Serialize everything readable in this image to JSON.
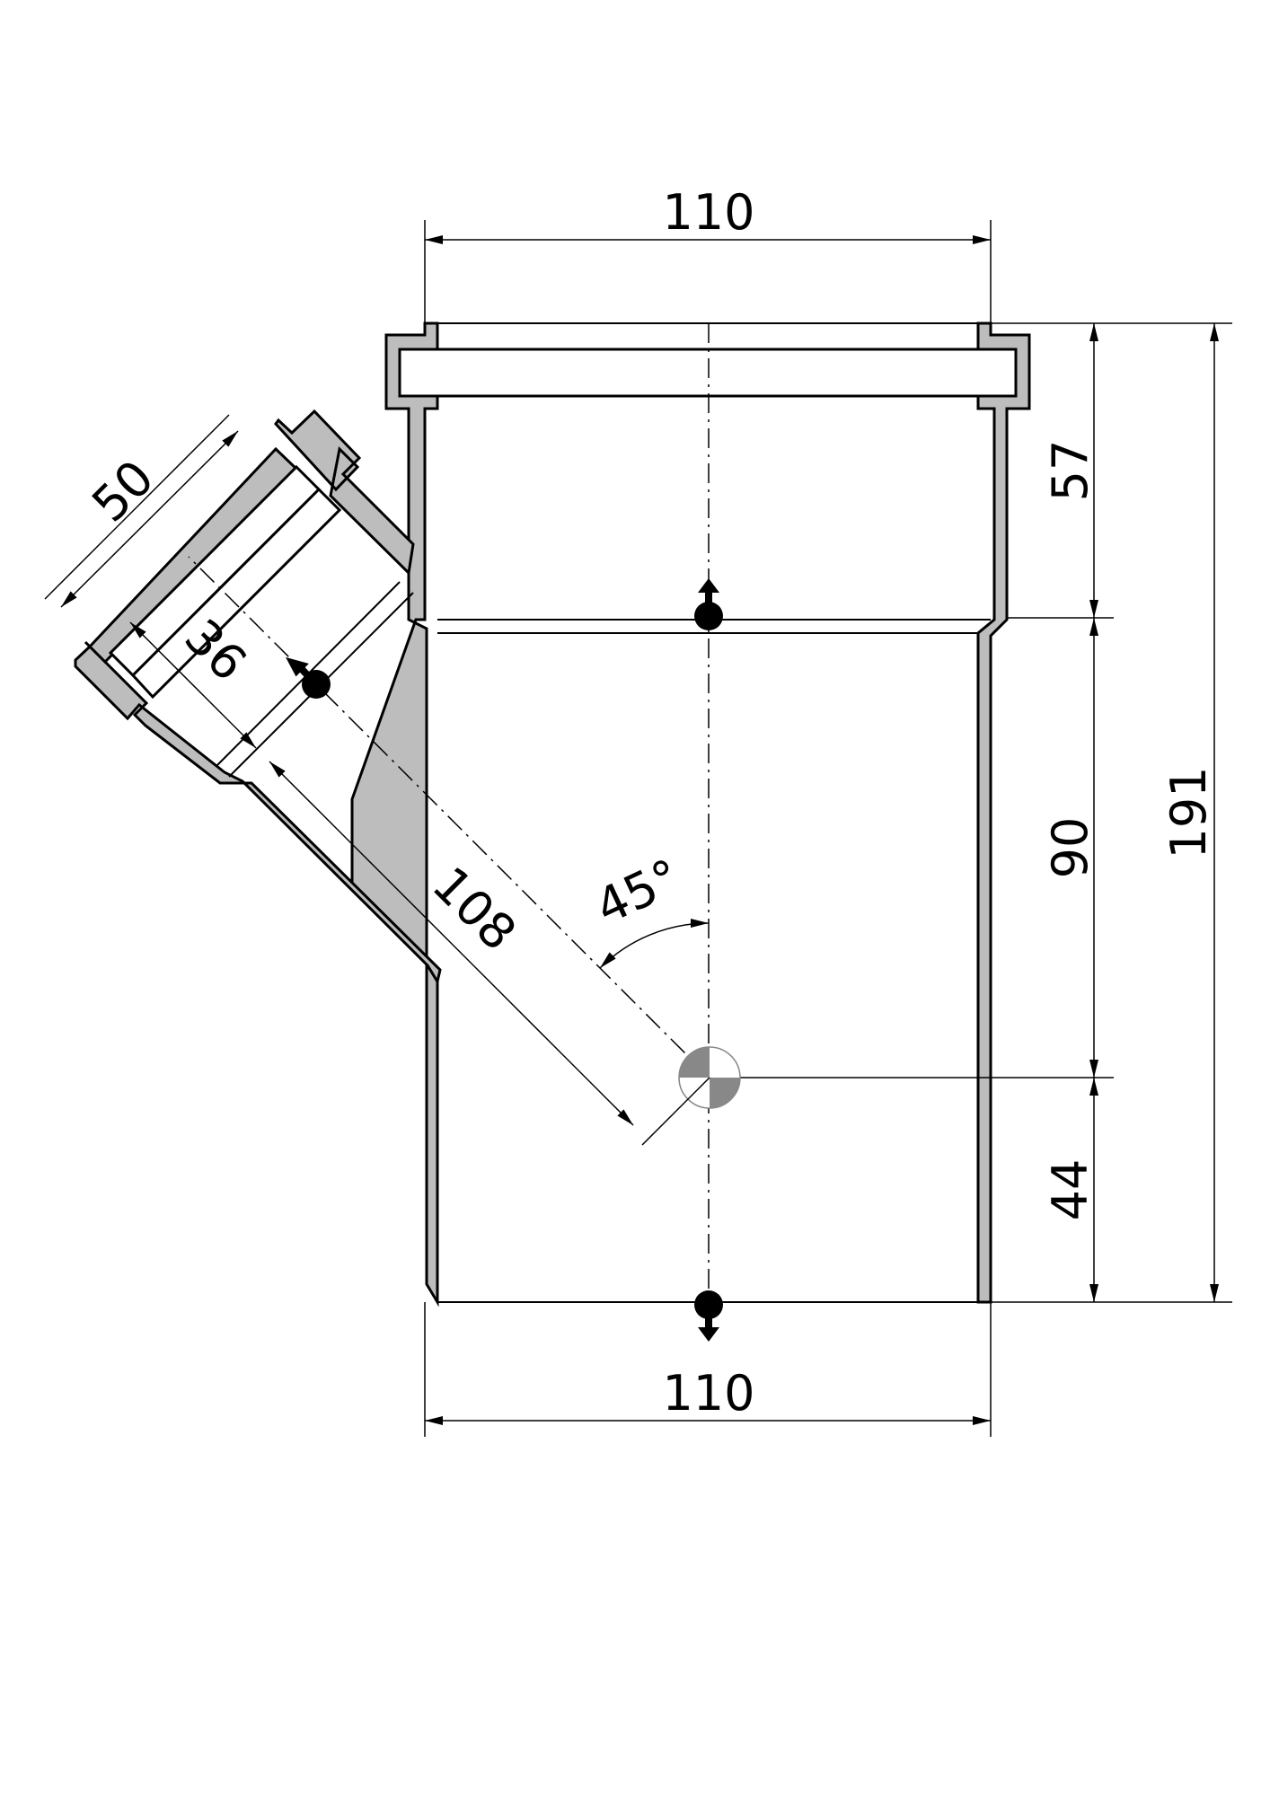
{
  "dimensions": {
    "top_width": "110",
    "bottom_width": "110",
    "socket_depth": "57",
    "branch_height": "90",
    "bottom_length": "44",
    "total_height": "191",
    "branch_diameter": "50",
    "branch_socket_depth": "36",
    "branch_length": "108",
    "branch_angle": "45°"
  },
  "colors": {
    "wall_fill": "#bdbdbd",
    "line": "#000000"
  },
  "icons": [
    "flow-arrow-up-icon",
    "flow-arrow-branch-icon",
    "flow-arrow-down-icon",
    "center-point-icon"
  ]
}
